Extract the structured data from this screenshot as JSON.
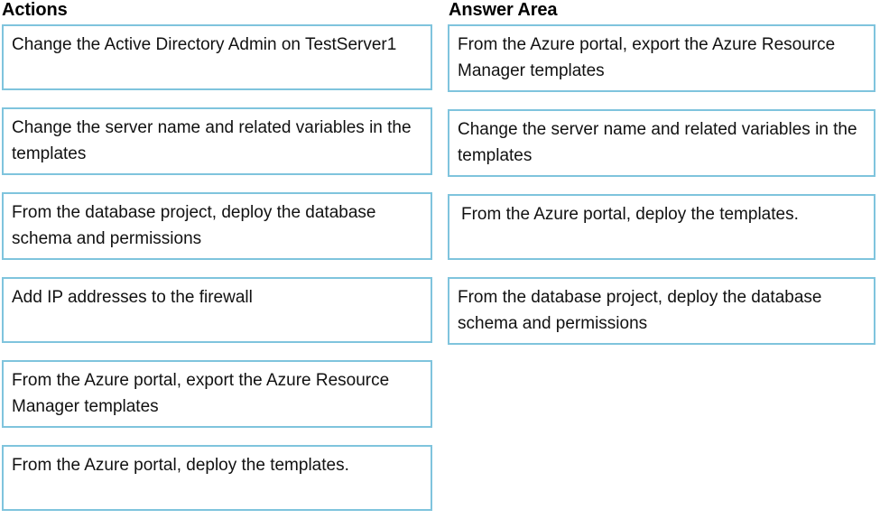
{
  "page": {
    "background_color": "#ffffff",
    "box_border_color": "#7fc4dd",
    "text_color": "#111111"
  },
  "actions": {
    "header": "Actions",
    "items": [
      {
        "text": "Change the Active Directory Admin on TestServer1"
      },
      {
        "text": "Change the server name and related variables in the templates"
      },
      {
        "text": "From the database project, deploy the database schema and permissions"
      },
      {
        "text": "Add IP addresses to the firewall"
      },
      {
        "text": "From the Azure portal, export the Azure Resource Manager templates"
      },
      {
        "text": "From the Azure portal, deploy the templates."
      }
    ]
  },
  "answer_area": {
    "header": "Answer Area",
    "items": [
      {
        "text": "From the Azure portal, export the Azure Resource Manager templates"
      },
      {
        "text": "Change the server name and related variables in the templates"
      },
      {
        "text": "From the Azure portal, deploy the templates."
      },
      {
        "text": "From the database project, deploy the database schema and permissions"
      }
    ]
  }
}
